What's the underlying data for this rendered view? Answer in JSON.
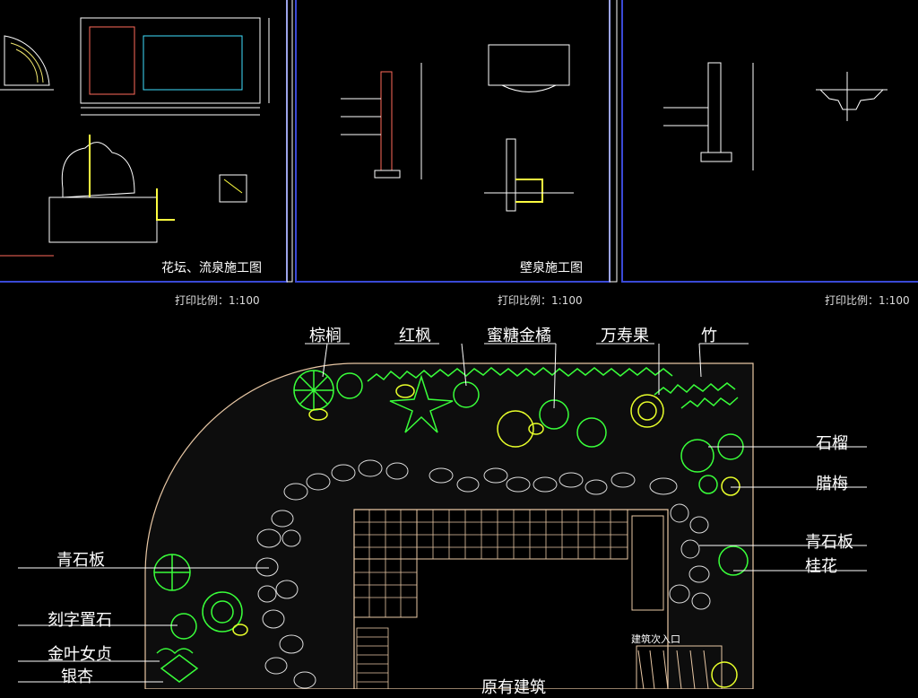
{
  "sheets": [
    {
      "title": "花坛、流泉施工图",
      "scale": "打印比例：1:100"
    },
    {
      "title": "壁泉施工图",
      "scale": "打印比例：1:100"
    },
    {
      "title": "",
      "scale": "打印比例：1:100"
    }
  ],
  "plan": {
    "top_labels": [
      "棕榈",
      "红枫",
      "蜜糖金橘",
      "万寿果",
      "竹"
    ],
    "right_labels": [
      "石榴",
      "腊梅",
      "青石板",
      "桂花"
    ],
    "left_labels": [
      "青石板",
      "刻字置石",
      "金叶女贞",
      "银杏"
    ],
    "building_entrance": "建筑次入口",
    "existing_building": "原有建筑"
  },
  "colors": {
    "sheet_border": "#3a49d6",
    "plant_green": "#39ff3a",
    "plant_yellow": "#e8ff2a",
    "paving": "#e8c7a4",
    "path_stone": "#dcdcdc",
    "wall": "#ff6a5a"
  }
}
